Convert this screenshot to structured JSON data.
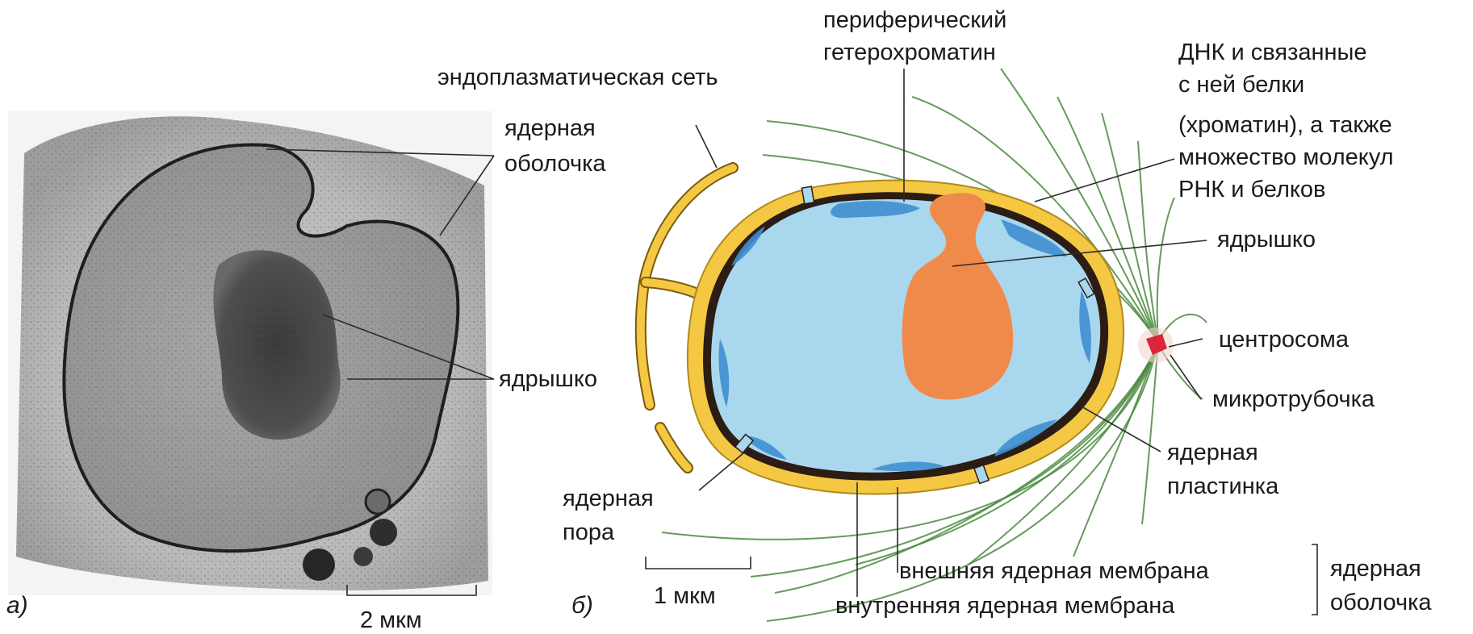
{
  "panel_a": {
    "letter": "а)",
    "scale_bar": "2 мкм",
    "labels": {
      "envelope": [
        "ядерная",
        "оболочка"
      ],
      "nucleolus": "ядрышко"
    }
  },
  "panel_b": {
    "letter": "б)",
    "scale_bar": "1 мкм",
    "labels": {
      "er": "эндоплазматическая сеть",
      "heterochromatin": [
        "периферический",
        "гетерохроматин"
      ],
      "chromatin": [
        "ДНК и связанные",
        "с ней белки",
        "(хроматин), а также",
        "множество молекул",
        "РНК и белков"
      ],
      "nucleolus": "ядрышко",
      "centrosome": "центросома",
      "microtubule": "микротрубочка",
      "lamina": [
        "ядерная",
        "пластинка"
      ],
      "pore": [
        "ядерная",
        "пора"
      ],
      "outer_membrane": "внешняя ядерная мембрана",
      "inner_membrane": "внутренняя ядерная мембрана",
      "envelope": [
        "ядерная",
        "оболочка"
      ]
    }
  },
  "colors": {
    "nucleoplasm": "#a9d7ee",
    "heterochromatin": "#3f8fd0",
    "nucleolus": "#f08a4b",
    "membrane_yellow": "#f4c842",
    "membrane_dark": "#2b1c14",
    "centrosome": "#d9263a",
    "microtubule": "#4a8a3e"
  }
}
